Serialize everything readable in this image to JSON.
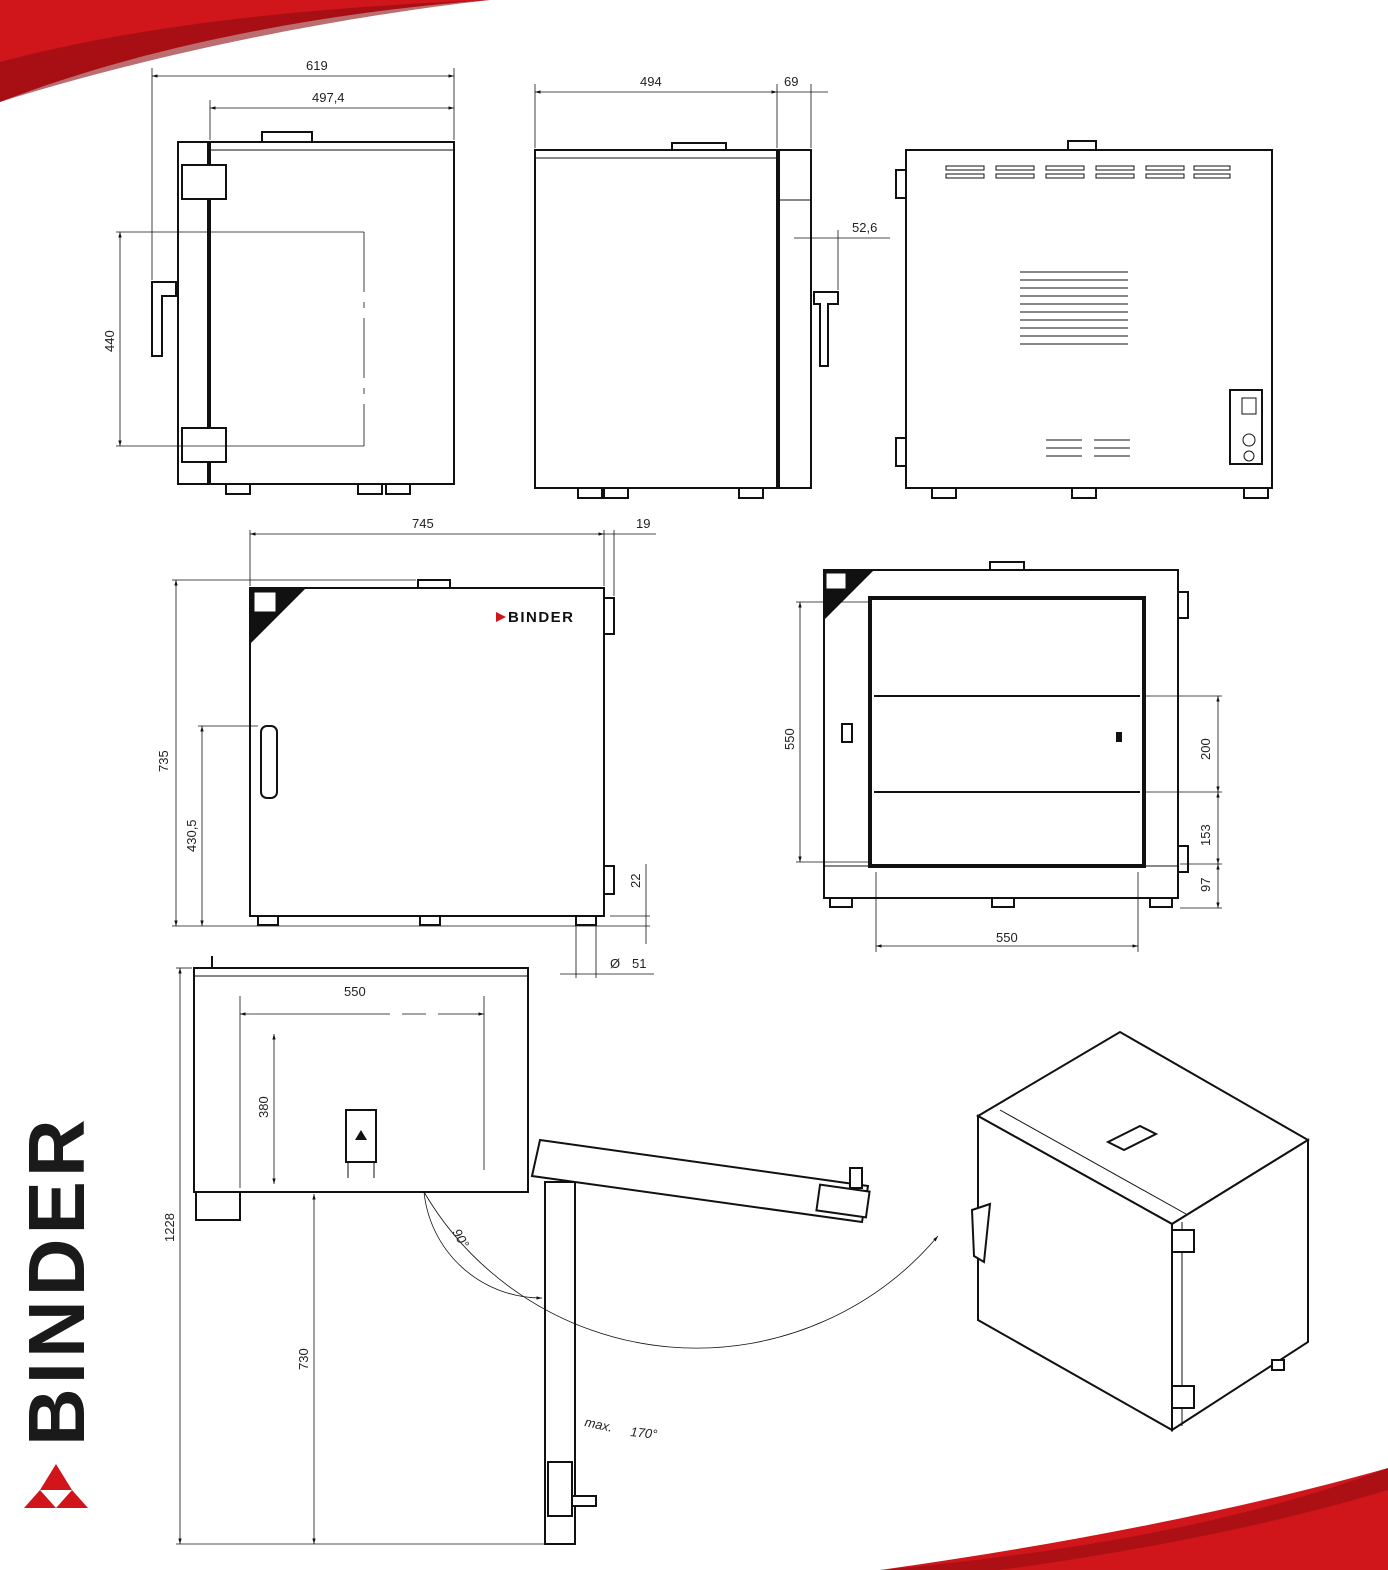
{
  "brand": {
    "name": "BINDER",
    "door_logo": "BINDER",
    "logo_icon": "binder-triangle-logo",
    "accent_color": "#d0161b"
  },
  "views": {
    "side_view": {
      "width_total": "619",
      "width_body": "497,4",
      "handle_height": "440"
    },
    "side_view_2": {
      "depth": "494",
      "door": "69",
      "handle_offset": "52,6"
    },
    "front_view": {
      "width": "745",
      "handle_protrusion": "19",
      "height": "735",
      "handle_height": "430,5",
      "foot_height": "22",
      "foot_diameter_symbol": "Ø",
      "foot_diameter": "51"
    },
    "interior_view": {
      "inner_height": "550",
      "shelf_spacing": "200",
      "lower_spacing": "153",
      "bottom_offset": "97",
      "inner_width": "550"
    },
    "top_view": {
      "interior_width": "550",
      "interior_depth": "380",
      "total_depth": "1228",
      "door_depth": "730",
      "angle_90": "90°",
      "angle_max_label": "max.",
      "angle_170": "170°"
    }
  }
}
